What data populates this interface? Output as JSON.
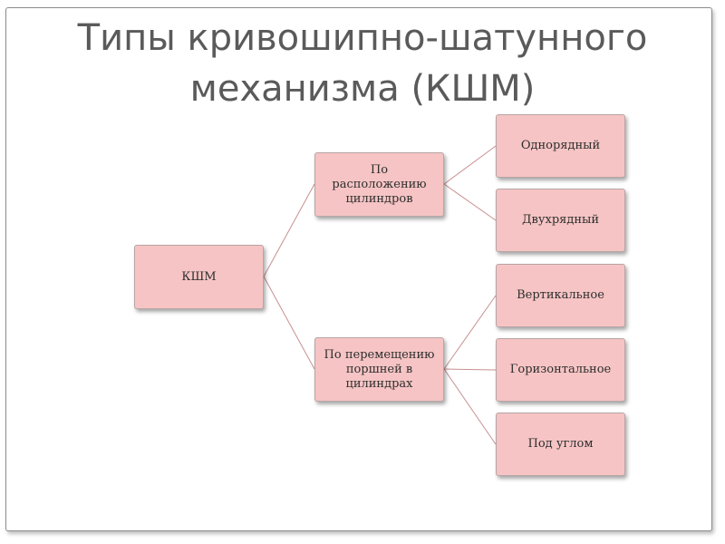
{
  "slide": {
    "title_line1": "Типы кривошипно-шатунного",
    "title_line2": "механизма (КШМ)"
  },
  "diagram": {
    "root": {
      "label": "КШМ"
    },
    "branches": [
      {
        "label": "По\nрасположению\nцилиндров",
        "children": [
          "Однорядный",
          "Двухрядный"
        ]
      },
      {
        "label": "По перемещению\nпоршней в\nцилиндрах",
        "children": [
          "Вертикальное",
          "Горизонтальное",
          "Под углом"
        ]
      }
    ],
    "colors": {
      "node_fill": "#f6c4c4",
      "node_border": "#b8a5a5",
      "connector": "#c89090",
      "title": "#5a5a5a"
    }
  }
}
